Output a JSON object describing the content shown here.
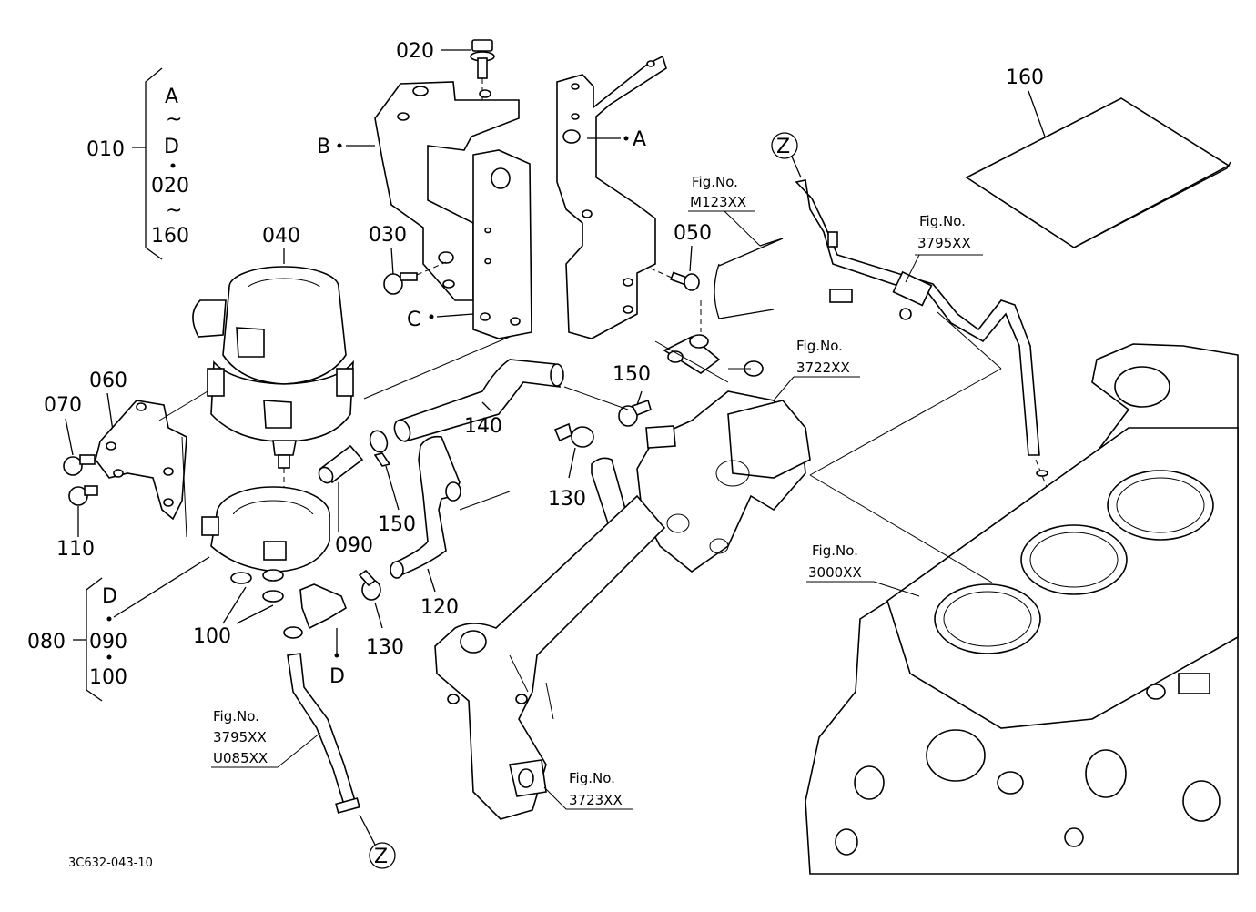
{
  "labels": {
    "p010": "010",
    "p020": "020",
    "p030": "030",
    "p040": "040",
    "p050": "050",
    "p060": "060",
    "p070": "070",
    "p080": "080",
    "p090a": "090",
    "p090b": "090",
    "p100a": "100",
    "p100b": "100",
    "p110": "110",
    "p120": "120",
    "p130a": "130",
    "p130b": "130",
    "p140": "140",
    "p150a": "150",
    "p150b": "150",
    "p160": "160",
    "grp_a": "A",
    "grp_tilde1": "~",
    "grp_d": "D",
    "grp_020": "020",
    "grp_tilde2": "~",
    "grp_160": "160",
    "grp2_d": "D",
    "ref_a": "A",
    "ref_b": "B",
    "ref_c": "C",
    "ref_d": "D",
    "z_top": "Z",
    "z_bottom": "Z"
  },
  "fig_refs": {
    "m123_title": "Fig.No.",
    "m123": "M123XX",
    "r3795_title": "Fig.No.",
    "r3795": "3795XX",
    "r3722_title": "Fig.No.",
    "r3722": "3722XX",
    "r3000_title": "Fig.No.",
    "r3000": "3000XX",
    "r3795b_title": "Fig.No.",
    "r3795b": "3795XX",
    "u085": "U085XX",
    "r3723_title": "Fig.No.",
    "r3723": "3723XX"
  },
  "footer": {
    "code": "3C632-043-10"
  }
}
